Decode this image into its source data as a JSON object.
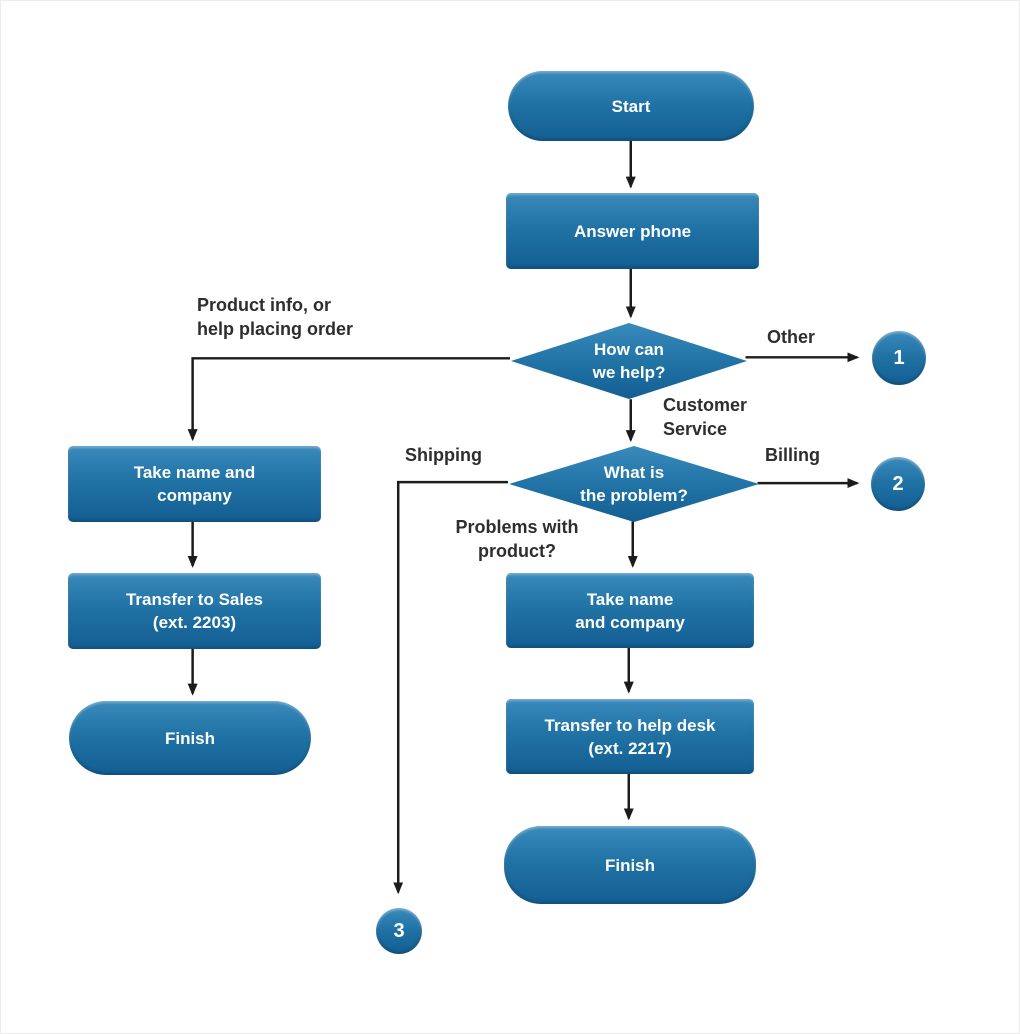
{
  "colors": {
    "blue": "#2072a4",
    "blue_light": "#3a8abc",
    "blue_dark": "#135e93",
    "line": "#1c1c1c",
    "label": "#2e2e2e",
    "node_text": "#ffffff",
    "bg": "#ffffff"
  },
  "nodes": {
    "start": "Start",
    "answer_phone": "Answer phone",
    "decision_how_help": "How can\nwe help?",
    "decision_problem": "What is\nthe problem?",
    "left_take_name": "Take name and\ncompany",
    "left_transfer_sales": "Transfer to Sales\n(ext. 2203)",
    "left_finish": "Finish",
    "mid_take_name": "Take name\nand company",
    "mid_transfer_helpdesk": "Transfer to help desk\n(ext. 2217)",
    "mid_finish": "Finish"
  },
  "edge_labels": {
    "product_info": "Product info, or\nhelp placing order",
    "other": "Other",
    "customer_service": "Customer\nService",
    "shipping": "Shipping",
    "billing": "Billing",
    "problems_with_product": "Problems with\nproduct?"
  },
  "off_page_connectors": {
    "c1": "1",
    "c2": "2",
    "c3": "3"
  }
}
